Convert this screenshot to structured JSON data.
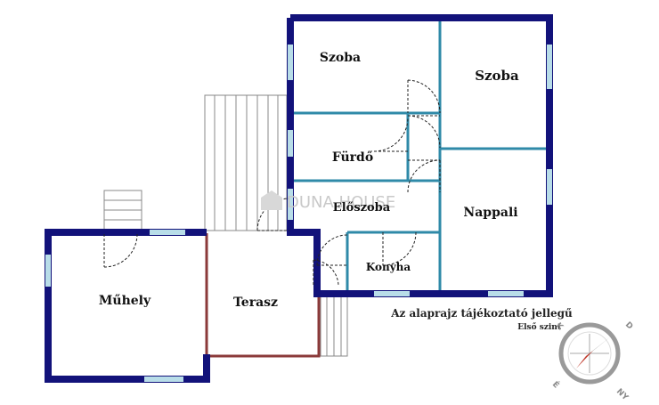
{
  "rooms": {
    "szoba_1": "Szoba",
    "szoba_2": "Szoba",
    "furdo": "Fürdő",
    "eloszoba": "Előszoba",
    "nappali": "Nappali",
    "konyha": "Konyha",
    "muhely": "Műhely",
    "terasz": "Terasz"
  },
  "notes": {
    "disclaimer": "Az alaprajz tájékoztató jellegű",
    "floor": "Első szint"
  },
  "watermark": "DUNA HOUSE",
  "compass": {
    "north": "É",
    "south": "D",
    "east": "K",
    "west": "NY"
  },
  "colors": {
    "outer_wall": "#12127a",
    "inner_wall": "#2f8aa8",
    "terrace": "#8b3a3a",
    "window": "#b8dde8",
    "door_arc": "#222222",
    "stairs": "#888888"
  }
}
